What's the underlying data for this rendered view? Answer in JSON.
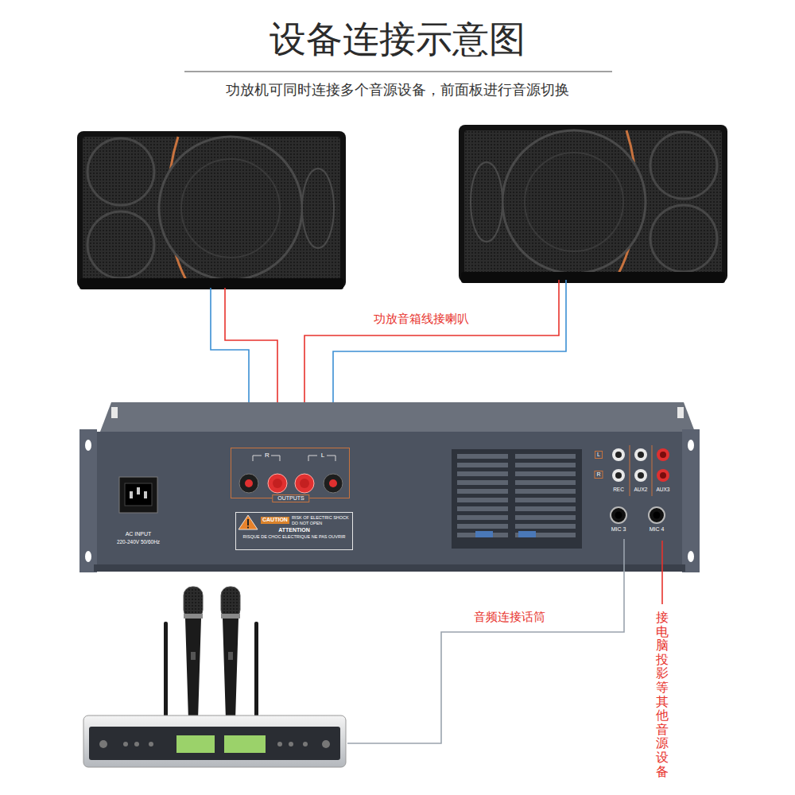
{
  "diagram": {
    "title": "设备连接示意图",
    "caption": "功放机可同时连接多个音源设备，前面板进行音源切换",
    "nodes": [
      {
        "text": [
          "AC INPUT",
          "220-240V 50/60Hz"
        ]
      },
      {
        "text": [
          "R",
          "L",
          "OUTPUTS"
        ],
        "in": 0
      },
      {
        "text": [
          "CAUTION",
          "RISK OF ELECTRIC SHOCK DO NOT OPEN",
          "ATTENTION",
          "RISQUE DE CHOC ELECTRIQUE NE PAS OUVRIR"
        ],
        "in": 0
      },
      {
        "text": [
          "L",
          "R",
          "REC",
          "AUX2",
          "AUX3"
        ],
        "in": 0
      }
    ],
    "labels": [
      "MIC 3",
      "MIC 4",
      "功放音箱线接喇叭",
      "音频连接话筒",
      "接电脑投影等其他音源设备"
    ]
  }
}
